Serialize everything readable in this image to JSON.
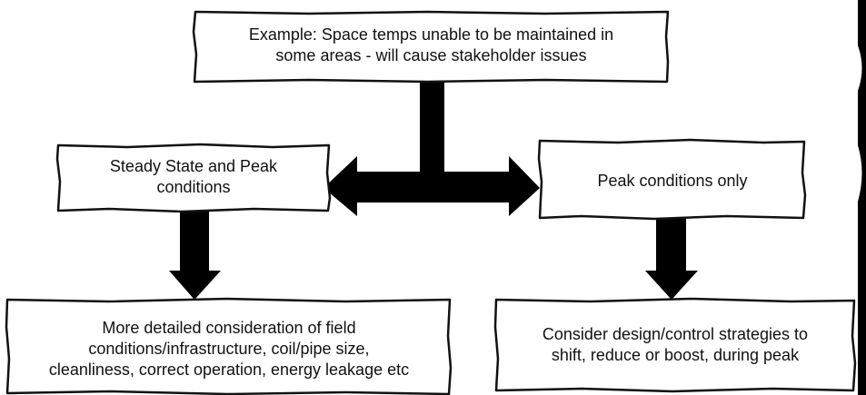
{
  "colors": {
    "box_fill": "#ffffff",
    "outline": "#111111",
    "arrow": "#000000",
    "text": "#111111"
  },
  "boxes": {
    "issue": "Example:  Space temps unable to be maintained in\nsome areas - will cause stakeholder issues",
    "steady_state": "Steady State and Peak\nconditions",
    "peak_only": "Peak conditions only",
    "detailed": "More detailed consideration of field\nconditions/infrastructure, coil/pipe size,\ncleanliness, correct operation, energy leakage etc",
    "strategies": "Consider design/control strategies to\nshift, reduce or boost, during peak"
  }
}
